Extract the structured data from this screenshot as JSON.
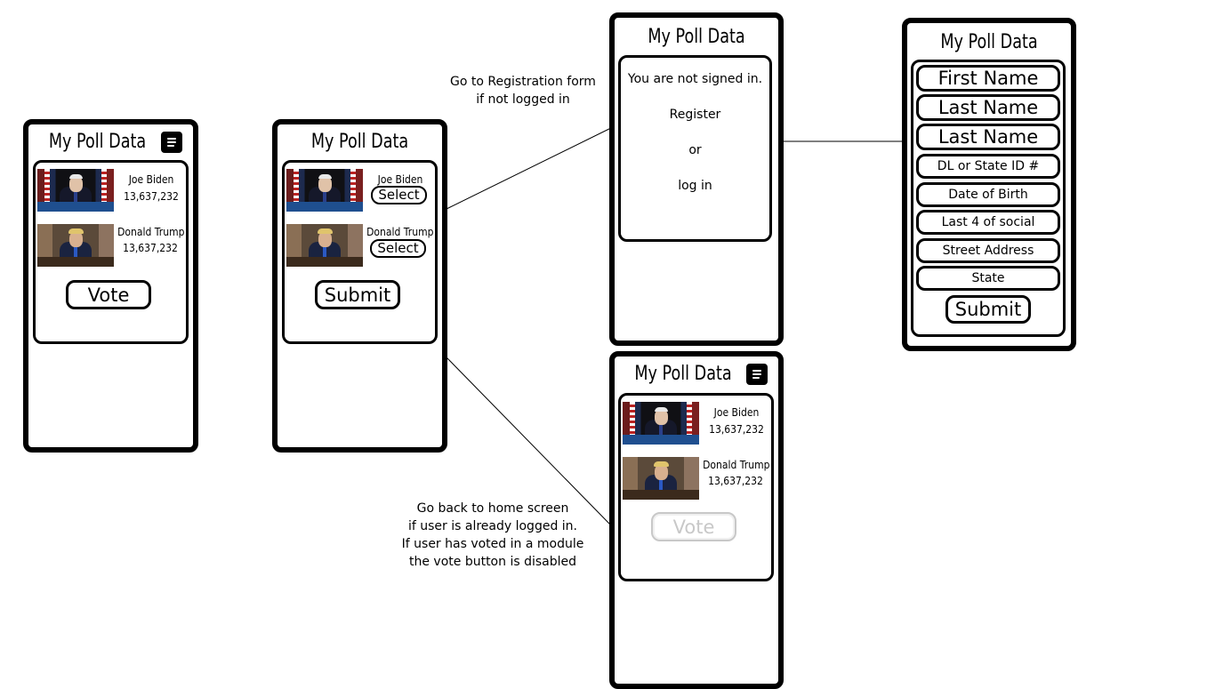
{
  "app_title": "My Poll Data",
  "candidates": [
    {
      "name": "Joe Biden",
      "votes": "13,637,232"
    },
    {
      "name": "Donald Trump",
      "votes": "13,637,232"
    }
  ],
  "home": {
    "vote_label": "Vote"
  },
  "select": {
    "select_label": "Select",
    "submit_label": "Submit"
  },
  "signin": {
    "message": "You are not signed in.",
    "register": "Register",
    "or": "or",
    "login": "log in"
  },
  "voted": {
    "vote_label": "Vote"
  },
  "registration": {
    "fields": [
      "First Name",
      "Last Name",
      "Last Name",
      "DL or State ID #",
      "Date of Birth",
      "Last 4 of social",
      "Street Address",
      "State"
    ],
    "submit_label": "Submit"
  },
  "notes": {
    "registration": [
      "Go to Registration form",
      "if not logged in"
    ],
    "home": [
      "Go back to home screen",
      "if user is already logged in.",
      "If user has voted in a module",
      "the vote button is disabled"
    ]
  },
  "colors": {
    "ink": "#000000",
    "disabled": "#c8c8c8",
    "background": "#ffffff"
  }
}
